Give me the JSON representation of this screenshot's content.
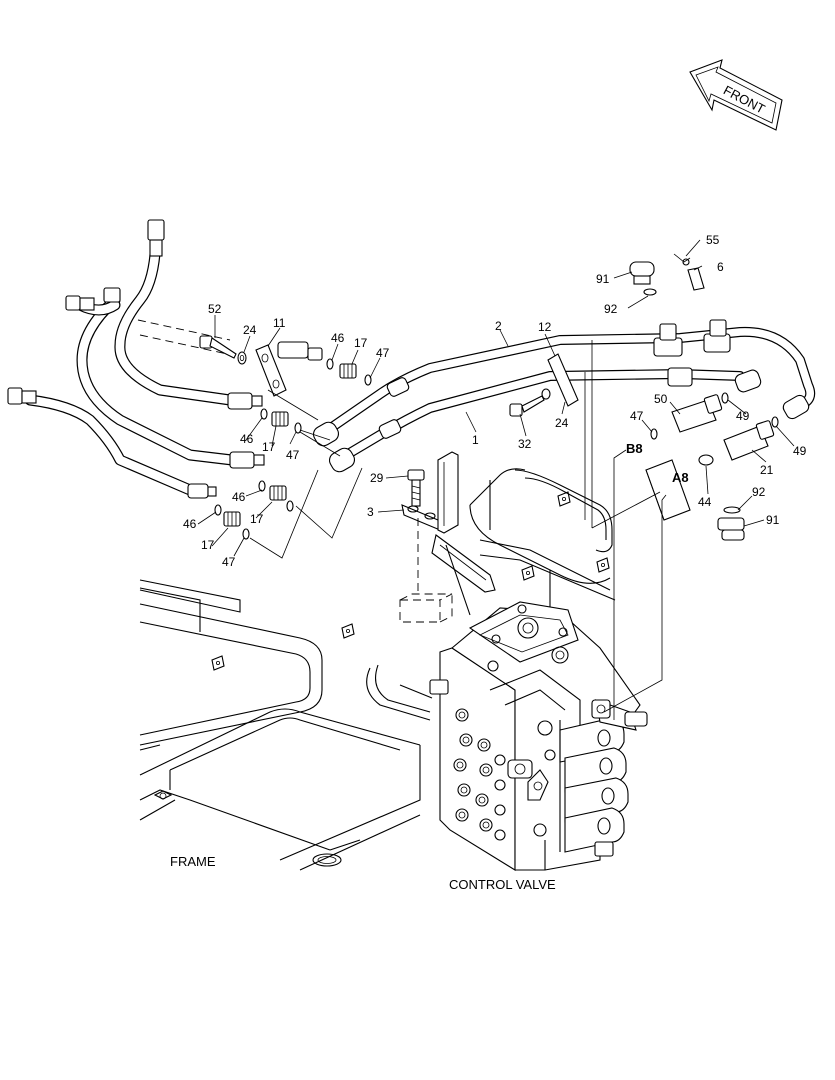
{
  "front_arrow": {
    "label": "FRONT"
  },
  "assembly_labels": {
    "frame": "FRAME",
    "control_valve": "CONTROL VALVE"
  },
  "connection_labels": [
    "B8",
    "A8"
  ],
  "callouts": [
    {
      "id": "c55a",
      "num": "55"
    },
    {
      "id": "c91a",
      "num": "91"
    },
    {
      "id": "c6",
      "num": "6"
    },
    {
      "id": "c92a",
      "num": "92"
    },
    {
      "id": "c52",
      "num": "52"
    },
    {
      "id": "c11",
      "num": "11"
    },
    {
      "id": "c24a",
      "num": "24"
    },
    {
      "id": "c46a",
      "num": "46"
    },
    {
      "id": "c17a",
      "num": "17"
    },
    {
      "id": "c47a",
      "num": "47"
    },
    {
      "id": "c2",
      "num": "2"
    },
    {
      "id": "c12",
      "num": "12"
    },
    {
      "id": "c50",
      "num": "50"
    },
    {
      "id": "c49a",
      "num": "49"
    },
    {
      "id": "c49b",
      "num": "49"
    },
    {
      "id": "c47b",
      "num": "47"
    },
    {
      "id": "c46b",
      "num": "46"
    },
    {
      "id": "c17b",
      "num": "17"
    },
    {
      "id": "c47c",
      "num": "47"
    },
    {
      "id": "c1",
      "num": "1"
    },
    {
      "id": "c32",
      "num": "32"
    },
    {
      "id": "c24b",
      "num": "24"
    },
    {
      "id": "c21",
      "num": "21"
    },
    {
      "id": "c29",
      "num": "29"
    },
    {
      "id": "c44",
      "num": "44"
    },
    {
      "id": "c92b",
      "num": "92"
    },
    {
      "id": "c46c",
      "num": "46"
    },
    {
      "id": "c17c",
      "num": "17"
    },
    {
      "id": "c3",
      "num": "3"
    },
    {
      "id": "c46d",
      "num": "46"
    },
    {
      "id": "c91b",
      "num": "91"
    },
    {
      "id": "c17d",
      "num": "17"
    },
    {
      "id": "c47d",
      "num": "47"
    }
  ]
}
